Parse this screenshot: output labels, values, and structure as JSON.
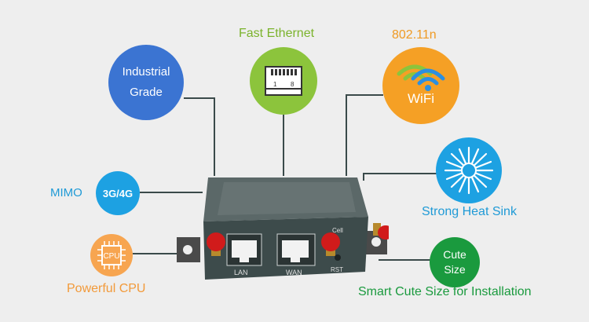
{
  "features": {
    "industrial": {
      "label_line1": "Industrial",
      "label_line2": "Grade"
    },
    "ethernet": {
      "title": "Fast Ethernet",
      "pin_left": "1",
      "pin_right": "8"
    },
    "wifi": {
      "title": "802.11n",
      "badge": "WiFi"
    },
    "cellular": {
      "badge": "3G/4G",
      "label": "MIMO"
    },
    "heatsink": {
      "label": "Strong Heat Sink"
    },
    "cpu": {
      "badge": "CPU",
      "label": "Powerful CPU"
    },
    "size": {
      "badge_line1": "Cute",
      "badge_line2": "Size",
      "label": "Smart Cute Size for Installation"
    }
  },
  "router": {
    "port_lan": "LAN",
    "port_wan": "WAN",
    "button_rst": "RST",
    "led_cell": "Cell"
  },
  "colors": {
    "blue": "#3b74d2",
    "light_blue": "#1da1e2",
    "green": "#8cc43c",
    "orange": "#f5a025",
    "dark_green": "#1a9a3e",
    "router_body": "#3d4b4b"
  }
}
